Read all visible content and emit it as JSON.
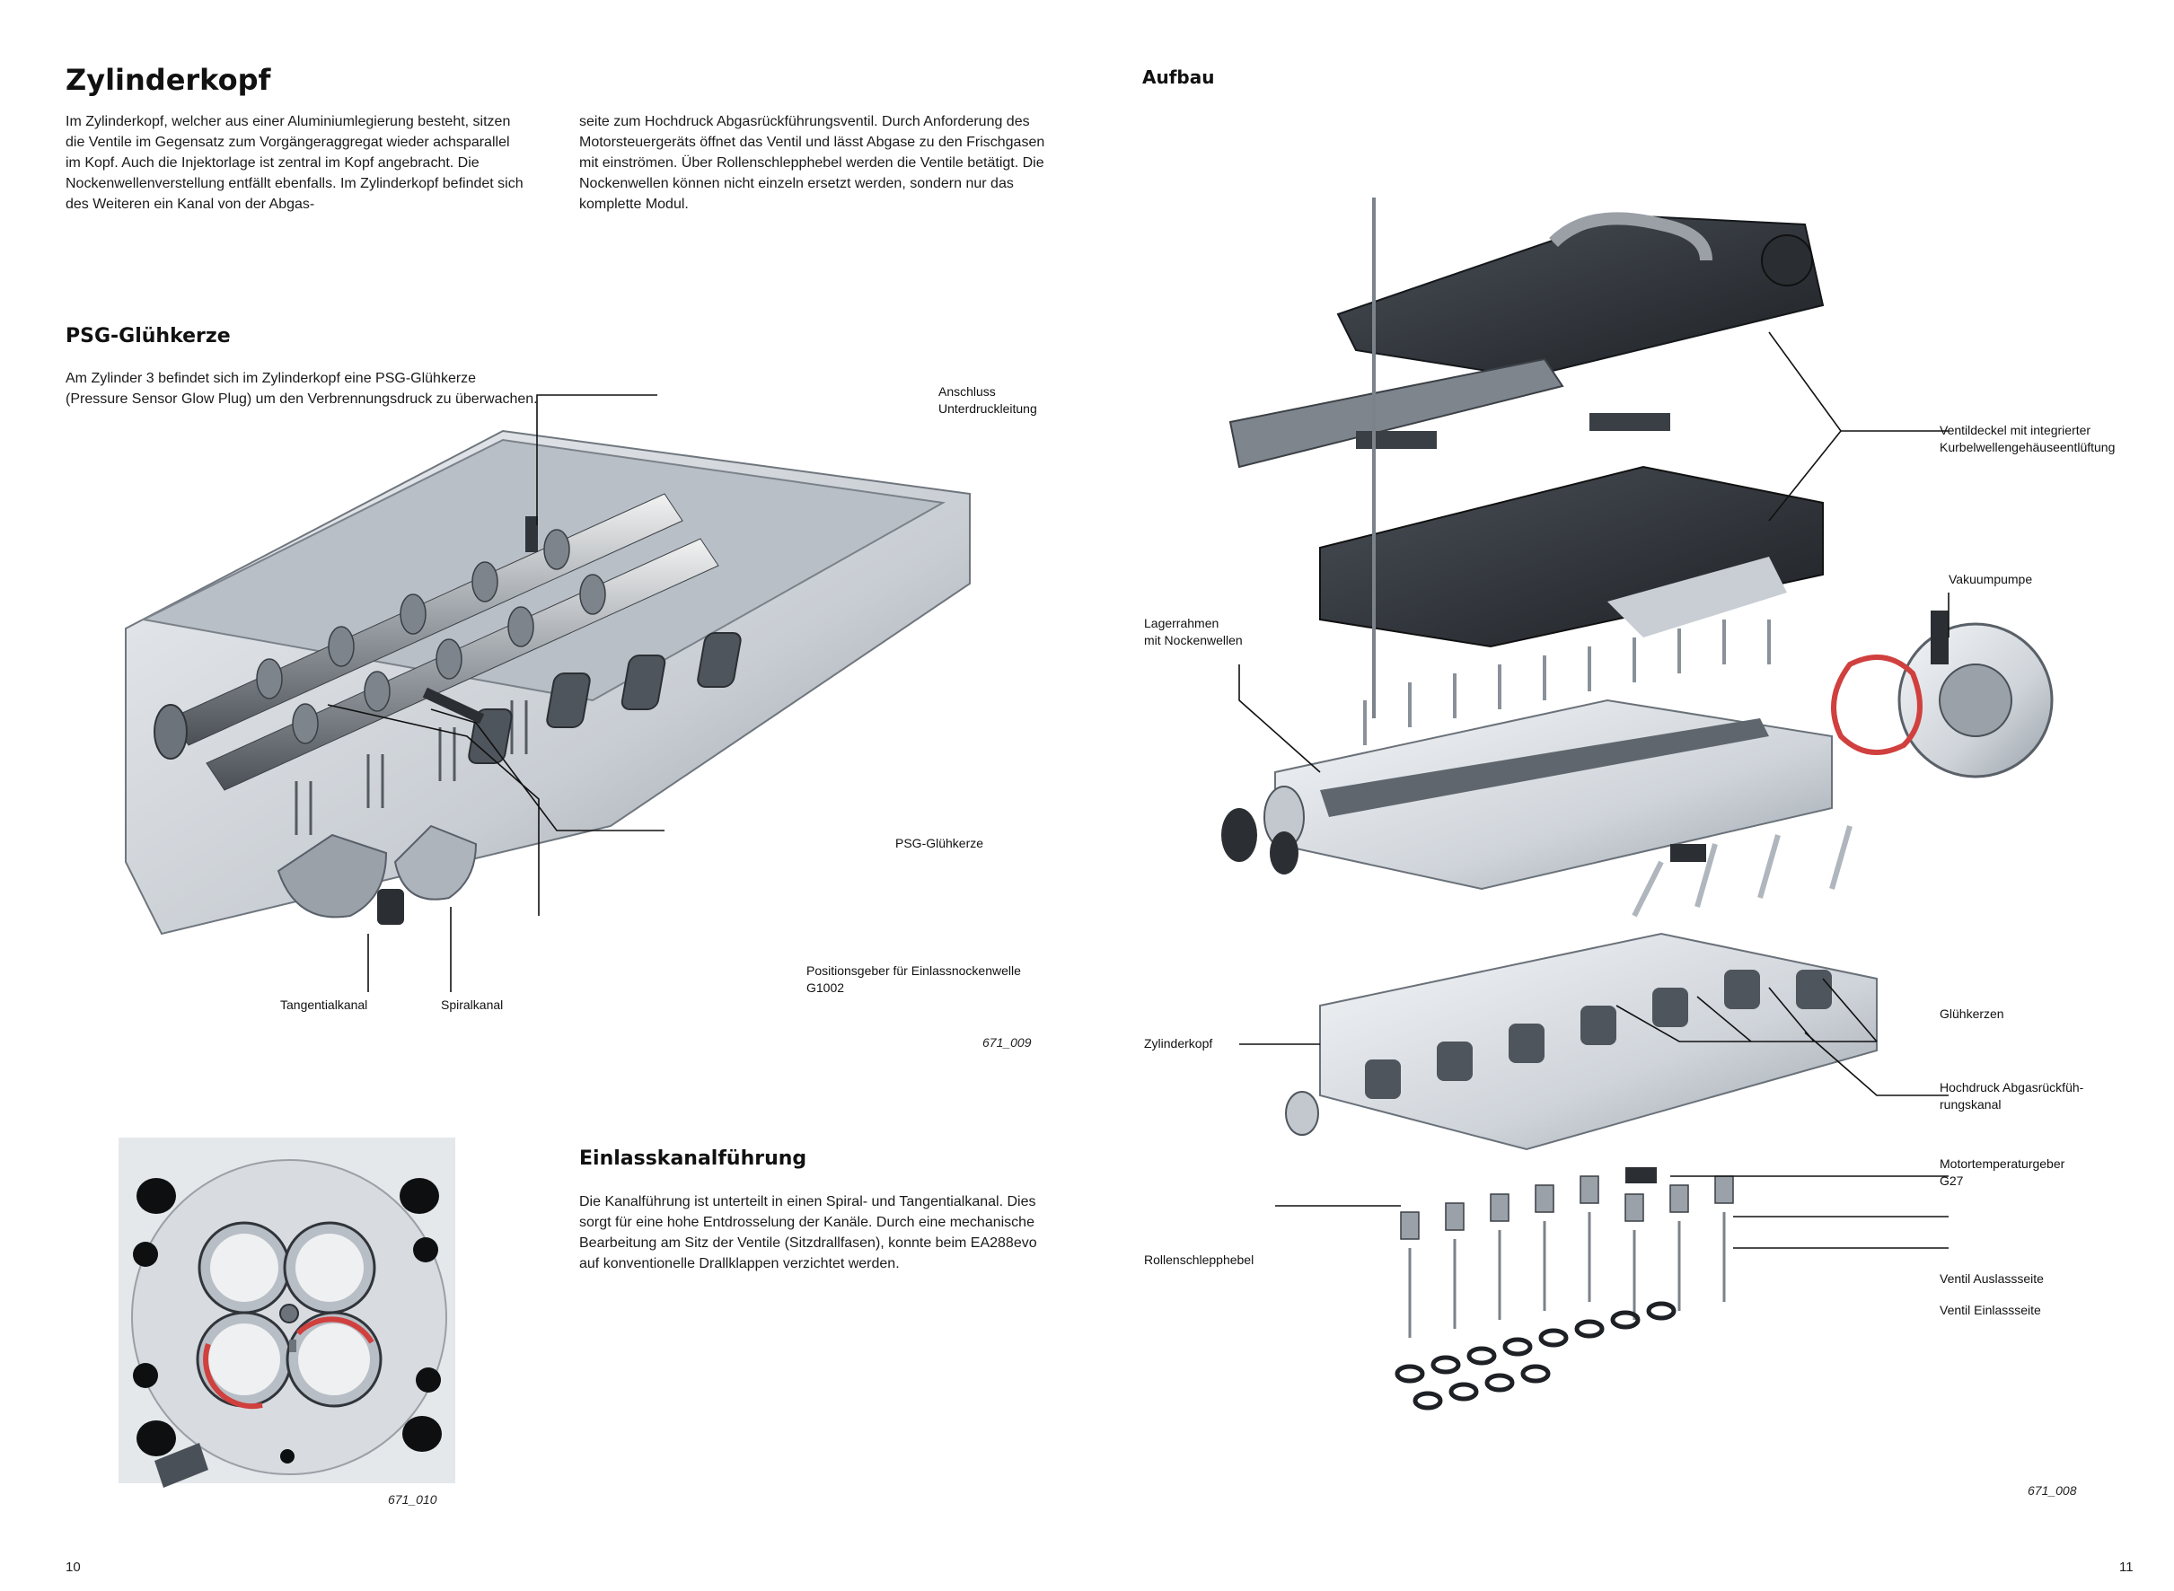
{
  "left_page": {
    "title": "Zylinderkopf",
    "intro_col1": "Im Zylinderkopf, welcher aus einer Aluminiumlegierung besteht, sitzen die Ventile im Gegensatz zum Vorgängeraggregat wieder achsparallel im Kopf. Auch die Injektorlage ist zentral im Kopf angebracht. Die Nockenwellenverstellung entfällt ebenfalls. Im Zylinderkopf befindet sich des Weiteren ein Kanal von der Abgas-",
    "intro_col2": "seite zum Hochdruck Abgasrückführungsventil. Durch Anforderung des Motorsteuergeräts öffnet das Ventil und lässt Abgase zu den Frischgasen mit einströmen. Über Rollenschlepphebel werden die Ventile betätigt. Die Nockenwellen können nicht einzeln ersetzt werden, sondern nur das komplette Modul.",
    "psg_heading": "PSG-Glühkerze",
    "psg_text": "Am Zylinder 3 befindet sich im Zylinderkopf eine PSG-Glühkerze (Pressure Sensor Glow Plug) um den Verbrennungsdruck zu überwachen.",
    "figure1": {
      "labels": {
        "anschluss": "Anschluss\nUnterdruckleitung",
        "psg": "PSG-Glühkerze",
        "positionsgeber": "Positionsgeber für Einlassnockenwelle\nG1002",
        "tangentialkanal": "Tangentialkanal",
        "spiralkanal": "Spiralkanal"
      },
      "id": "671_009"
    },
    "figure2": {
      "id": "671_010"
    },
    "einlass_heading": "Einlasskanalführung",
    "einlass_text": "Die Kanalführung ist unterteilt in einen Spiral- und Tangentialkanal. Dies sorgt für eine hohe Entdrosselung der Kanäle. Durch eine mechanische Bearbeitung am Sitz der Ventile (Sitzdrallfasen), konnte beim EA288evo auf konventionelle Drallklappen verzichtet werden.",
    "page_number": "10"
  },
  "right_page": {
    "heading": "Aufbau",
    "labels": {
      "ventildeckel": "Ventildeckel mit integrierter\nKurbelwellengehäuseentlüftung",
      "vakuumpumpe": "Vakuumpumpe",
      "lagerrahmen": "Lagerrahmen\nmit Nockenwellen",
      "gluehkerzen": "Glühkerzen",
      "zylinderkopf": "Zylinderkopf",
      "hochdruck": "Hochdruck Abgasrückfüh-\nrungskanal",
      "motortemp": "Motortemperaturgeber\nG27",
      "rollenschlepphebel": "Rollenschlepphebel",
      "ventil_auslass": "Ventil Auslassseite",
      "ventil_einlass": "Ventil Einlassseite"
    },
    "figure_id": "671_008",
    "page_number": "11"
  },
  "colors": {
    "text": "#1a1a1a",
    "metal_light": "#d9dde2",
    "metal_mid": "#a9b0b8",
    "metal_dark": "#5a6068",
    "cover_dark": "#2b2f34",
    "gasket_red": "#d0403e"
  }
}
